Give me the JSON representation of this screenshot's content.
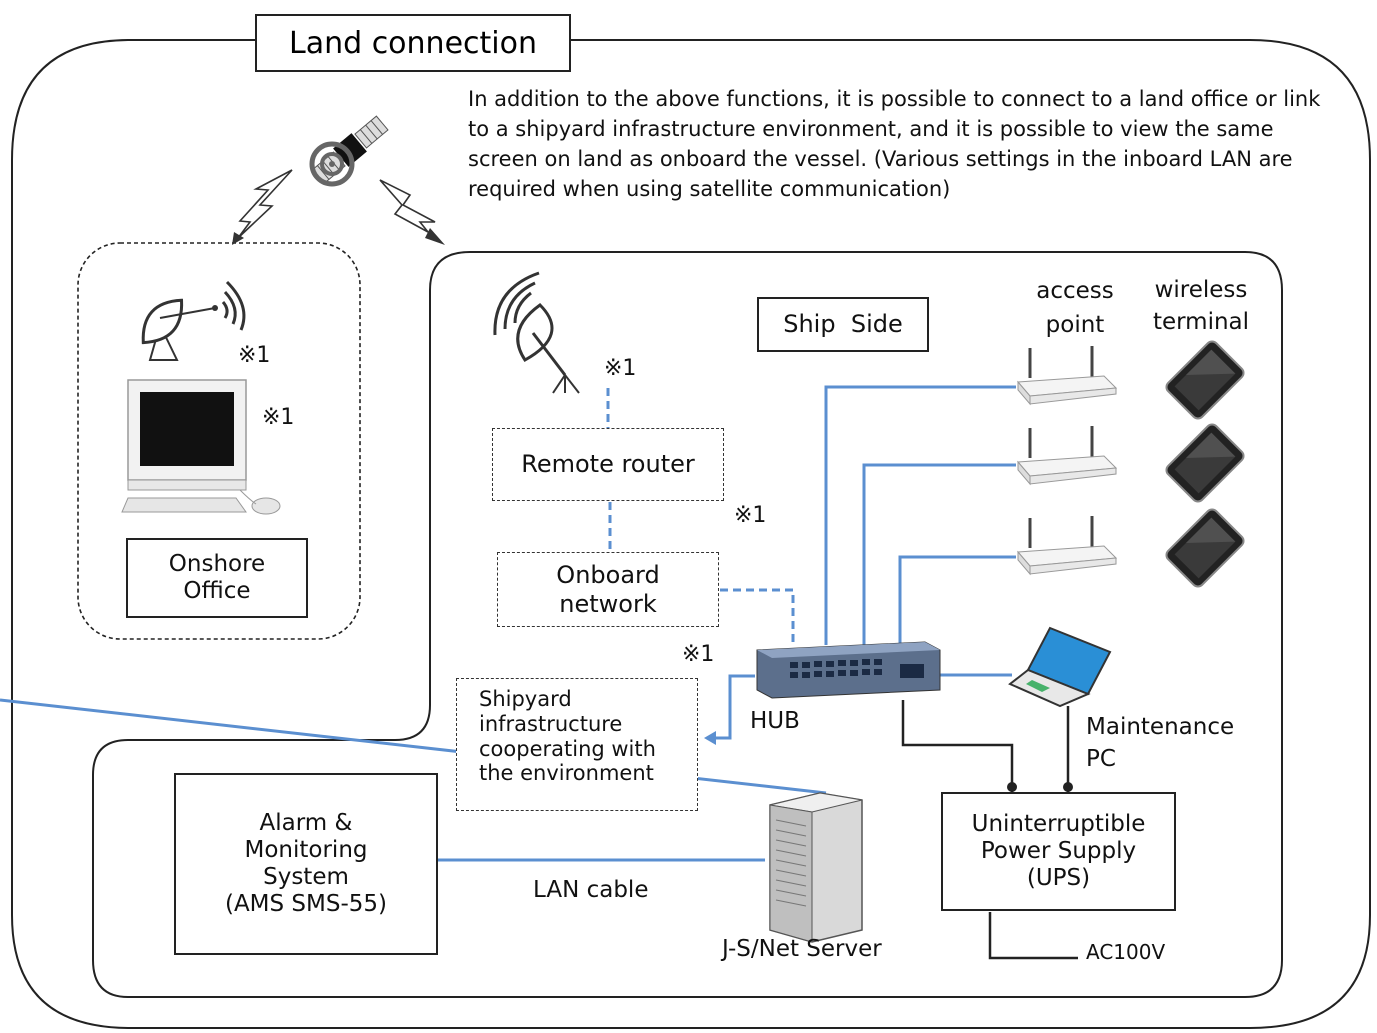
{
  "diagram": {
    "title": "Land connection",
    "description": "In addition to the above functions, it is possible to connect to a land office or link to a shipyard infrastructure environment, and it is possible to view the same screen on land as onboard the vessel. (Various settings in the inboard LAN are required when using satellite communication)",
    "ship_side": "Ship  Side",
    "onshore_office": [
      "Onshore",
      "Office"
    ],
    "note_mark": "※1",
    "remote_router": "Remote router",
    "onboard_network": [
      "Onboard",
      "network"
    ],
    "shipyard": [
      "Shipyard",
      "infrastructure",
      "cooperating with",
      "the environment"
    ],
    "hub": "HUB",
    "access_point": [
      "access",
      "point"
    ],
    "wireless_terminal": [
      "wireless",
      "terminal"
    ],
    "maintenance_pc": [
      "Maintenance",
      "PC"
    ],
    "ups": [
      "Uninterruptible",
      "Power Supply",
      "(UPS)"
    ],
    "ams": [
      "Alarm &",
      "Monitoring",
      "System",
      "(AMS SMS-55)"
    ],
    "lan_cable": "LAN cable",
    "server": "J-S/Net Server",
    "ac": "AC100V"
  },
  "colors": {
    "lan": "#5b8fd0",
    "line": "#222222"
  },
  "icons": [
    "satellite-icon",
    "dish-antenna-icon",
    "desktop-computer-icon",
    "access-point-icon",
    "tablet-icon",
    "network-hub-icon",
    "laptop-icon",
    "tower-server-icon",
    "lightning-icon"
  ]
}
